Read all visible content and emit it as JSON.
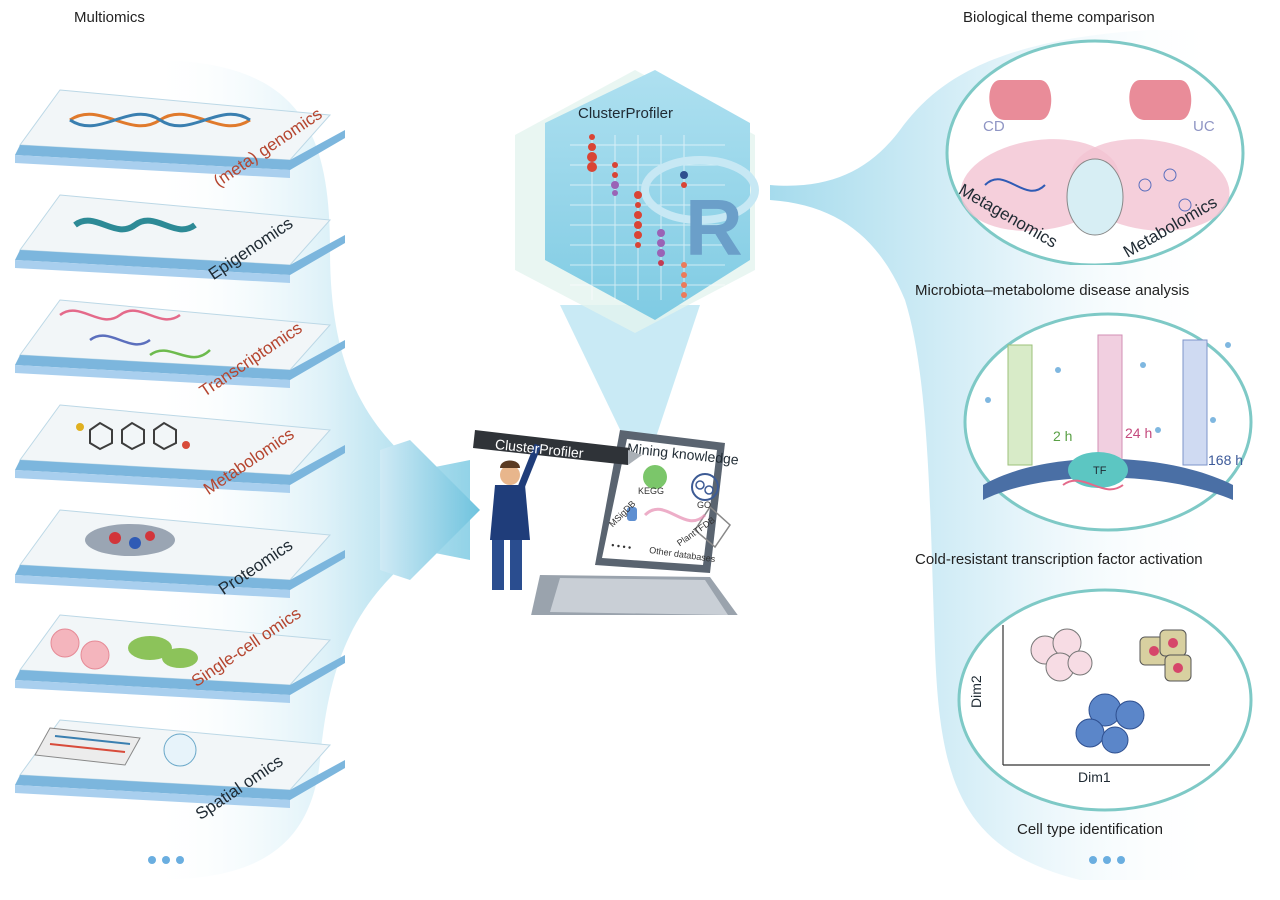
{
  "left": {
    "title": "Multiomics",
    "layers": [
      {
        "label": "(meta) genomics"
      },
      {
        "label": "Epigenomics"
      },
      {
        "label": "Transcriptomics"
      },
      {
        "label": "Metabolomics"
      },
      {
        "label": "Proteomics"
      },
      {
        "label": "Single-cell omics"
      },
      {
        "label": "Spatial omics"
      }
    ]
  },
  "center": {
    "hex_title": "ClusterProfiler",
    "hex_logo": "R",
    "pen_label": "ClusterProfiler",
    "screen_title": "Mining knowledge",
    "databases": [
      "KEGG",
      "GO",
      "MSigDB",
      "PlantTFDB"
    ],
    "other_databases": "Other databases",
    "other_dots": "• • • •"
  },
  "right": {
    "sections": [
      {
        "title": "Biological theme comparison"
      },
      {
        "title": "Microbiota–metabolome disease analysis"
      },
      {
        "title": "Cold-resistant transcription factor activation"
      },
      {
        "title": "Cell type identification"
      }
    ],
    "panel1": {
      "cd": "CD",
      "uc": "UC",
      "left_label": "Metagenomics",
      "right_label": "Metabolomics"
    },
    "panel2": {
      "t1": "2 h",
      "t2": "24 h",
      "t3": "168 h",
      "tf": "TF"
    },
    "panel3": {
      "ylabel": "Dim2",
      "xlabel": "Dim1"
    }
  },
  "colors": {
    "accent_blue": "#6fc3de",
    "teal_ring": "#7ec9c6",
    "label_red": "#b5452f"
  }
}
